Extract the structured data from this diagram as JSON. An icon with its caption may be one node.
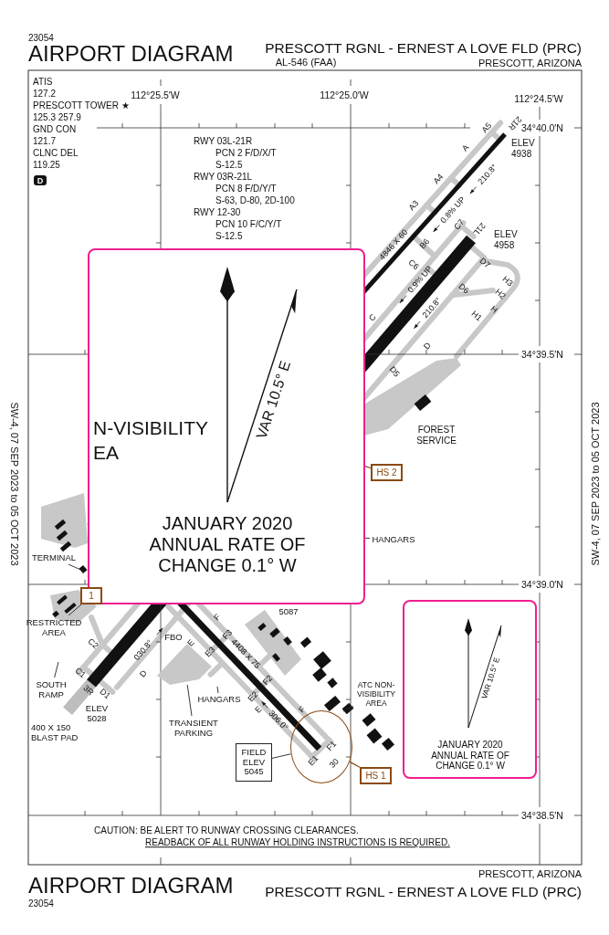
{
  "diagram": {
    "title": "AIRPORT DIAGRAM",
    "nodes": [
      {
        "text": [
          "N-VISIBILITY",
          "EA",
          "VAR 10.5° E",
          "JANUARY 2020 ANNUAL RATE OF CHANGE 0.1° W"
        ]
      },
      {
        "text": [
          "VAR 10.5° E",
          "JANUARY 2020 ANNUAL RATE OF CHANGE 0.1° W"
        ]
      },
      {
        "text": [
          "HS 2"
        ]
      },
      {
        "text": [
          "HS 1"
        ]
      },
      {
        "text": [
          "1"
        ]
      },
      {
        "text": [
          "FIELD ELEV 5045"
        ]
      },
      {
        "text": [
          "D"
        ]
      },
      {
        "text": [],
        "shape": "circle"
      },
      {
        "text": [
          "TERMINAL"
        ]
      },
      {
        "text": [
          "RESTRICTED AREA"
        ]
      },
      {
        "text": [
          "SOUTH RAMP"
        ]
      },
      {
        "text": [
          "HANGARS"
        ]
      },
      {
        "text": [
          "TRANSIENT PARKING"
        ]
      },
      {
        "text": [
          "ATC NON-VISIBILITY AREA"
        ]
      },
      {
        "text": [
          "HANGARS"
        ]
      },
      {
        "text": [],
        "shape": "box"
      }
    ],
    "edges": [
      {
        "from": 3,
        "to": 7,
        "arrow": "none",
        "color": "#8b4a12"
      },
      {
        "from": 2,
        "to": 0,
        "arrow": "none",
        "color": "#8b4a12"
      },
      {
        "from": 8,
        "to": null,
        "arrow": "none"
      },
      {
        "from": 9,
        "to": 4,
        "arrow": "none"
      },
      {
        "from": 10,
        "to": null,
        "arrow": "none"
      },
      {
        "from": 11,
        "to": null,
        "arrow": "none"
      },
      {
        "from": 12,
        "to": 15,
        "arrow": "none"
      },
      {
        "from": 13,
        "to": null,
        "arrow": "none"
      },
      {
        "from": 5,
        "to": 7,
        "arrow": "none"
      },
      {
        "from": 14,
        "to": null,
        "arrow": "none"
      }
    ],
    "labels": [
      "23054",
      "PRESCOTT RGNL - ERNEST A LOVE FLD (PRC)",
      "AL-546 (FAA)",
      "PRESCOTT, ARIZONA",
      "ATIS",
      "127.2",
      "PRESCOTT TOWER ★",
      "125.3 257.9",
      "GND CON",
      "121.7",
      "CLNC DEL",
      "119.25",
      "112°25.5′W",
      "112°25.0′W",
      "112°24.5′W",
      "34°40.0′N",
      "RWY 03L-21R",
      "PCN 2 F/D/X/T",
      "S-12.5",
      "RWY 03R-21L",
      "PCN 8 F/D/Y/T",
      "S-63, D-80, 2D-100",
      "RWY 12-30",
      "PCN 10 F/C/Y/T",
      "S-12.5",
      "A5",
      "21R",
      "ELEV 4938",
      "A",
      "210.8°",
      "A4",
      "0.8% UP",
      "A3",
      "4846 X 60",
      "B6",
      "C7",
      "21L",
      "ELEV 4958",
      "C6",
      "D7",
      "H3",
      "D6",
      "H2",
      "0.9% UP",
      "C",
      "210.8°",
      "H",
      "H1",
      "D",
      "34°39.5′N",
      "D5",
      "FOREST SERVICE",
      "SW-4, 07 SEP 2023 to 05 OCT 2023",
      "SW-4, 07 SEP 2023 to 05 OCT 2023",
      "34°39.0′N",
      "5087",
      "F",
      "F3",
      "C2",
      "E",
      "030.8°",
      "E3",
      "4408 X 75",
      "FBO",
      "C1",
      "D",
      "F2",
      "3R",
      "D1",
      "ELEV 5028",
      "E2",
      "E",
      "F",
      "306.0°",
      "400 X 150 BLAST PAD",
      "F1",
      "E1",
      "30",
      "34°38.5′N",
      "CAUTION: BE ALERT TO RUNWAY CROSSING CLEARANCES.",
      "READBACK OF ALL RUNWAY HOLDING INSTRUCTIONS IS REQUIRED.",
      "PRESCOTT, ARIZONA",
      "AIRPORT DIAGRAM",
      "PRESCOTT RGNL - ERNEST A LOVE FLD (PRC)",
      "23054"
    ]
  }
}
